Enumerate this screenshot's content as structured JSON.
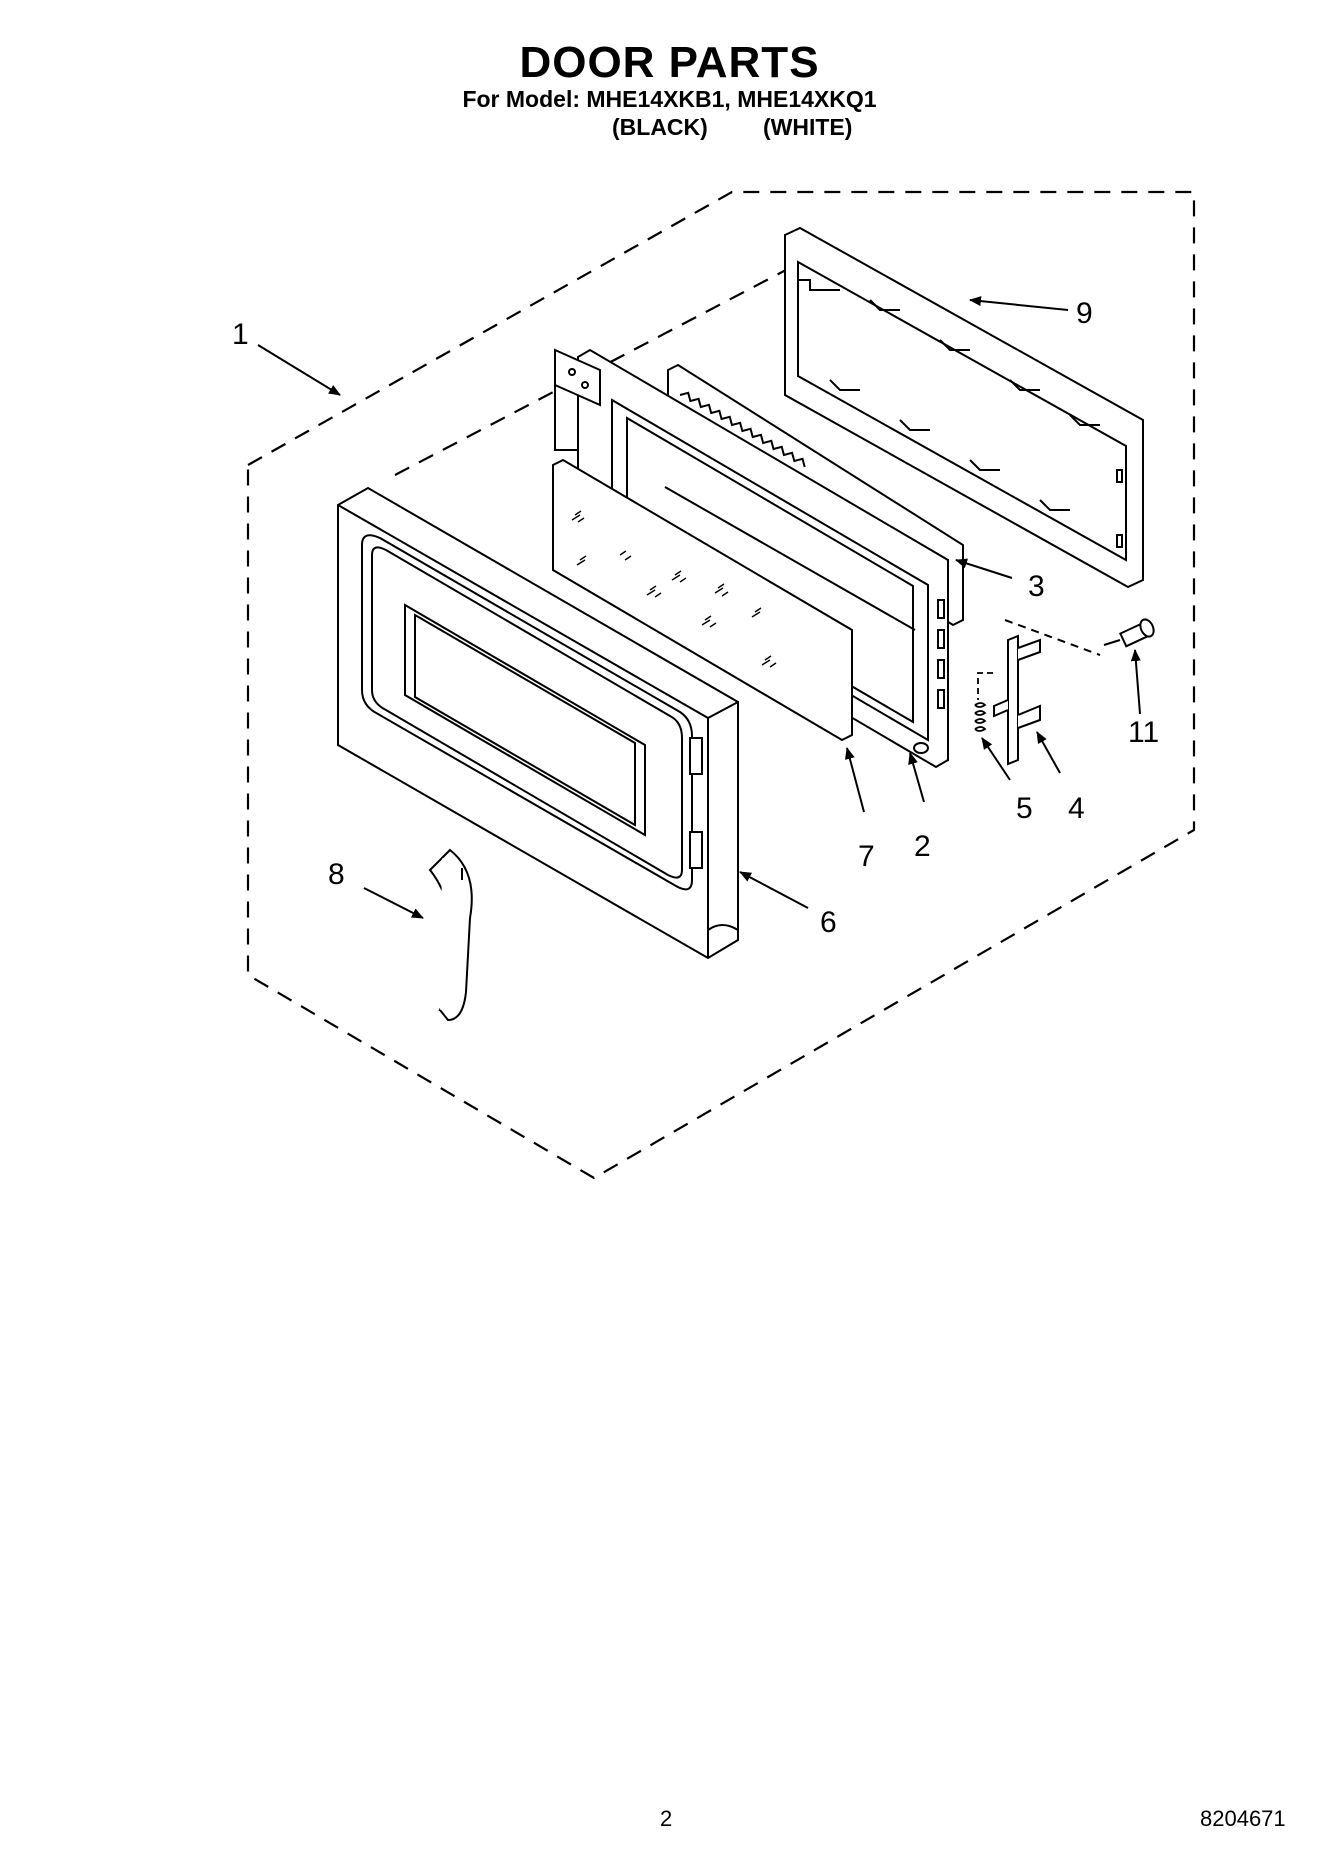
{
  "header": {
    "title": "DOOR PARTS",
    "model_line": "For Model: MHE14XKB1, MHE14XKQ1",
    "color_black": "(BLACK)",
    "color_white": "(WHITE)"
  },
  "callouts": [
    "1",
    "9",
    "3",
    "11",
    "5",
    "4",
    "7",
    "2",
    "8",
    "6"
  ],
  "footer": {
    "page_number": "2",
    "document_number": "8204671"
  }
}
